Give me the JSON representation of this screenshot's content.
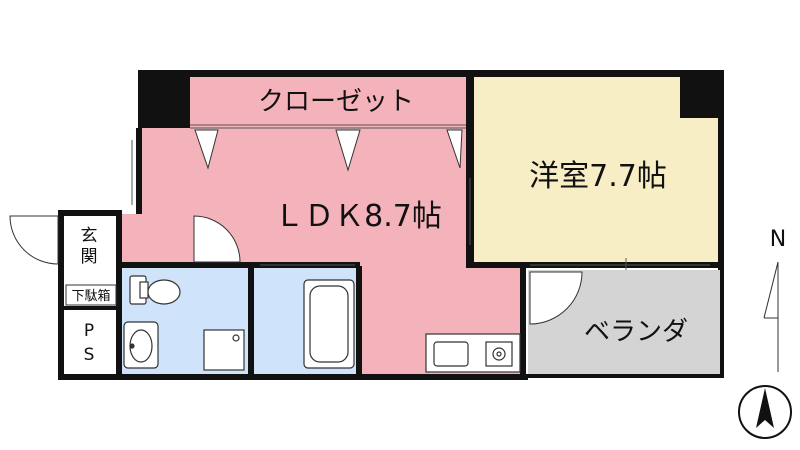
{
  "rooms": {
    "closet": "クローゼット",
    "ldk": "ＬＤＫ8.7帖",
    "western": "洋室7.7帖",
    "balcony": "ベランダ",
    "entrance_1": "玄",
    "entrance_2": "関",
    "shoe_box": "下駄箱",
    "ps_1": "P",
    "ps_2": "S"
  },
  "compass": {
    "north": "N"
  },
  "colors": {
    "ldk": "#f4b3bb",
    "western": "#f7eec6",
    "wet_area": "#cfe3fb",
    "balcony": "#d4d4d4",
    "wall": "#111111"
  }
}
